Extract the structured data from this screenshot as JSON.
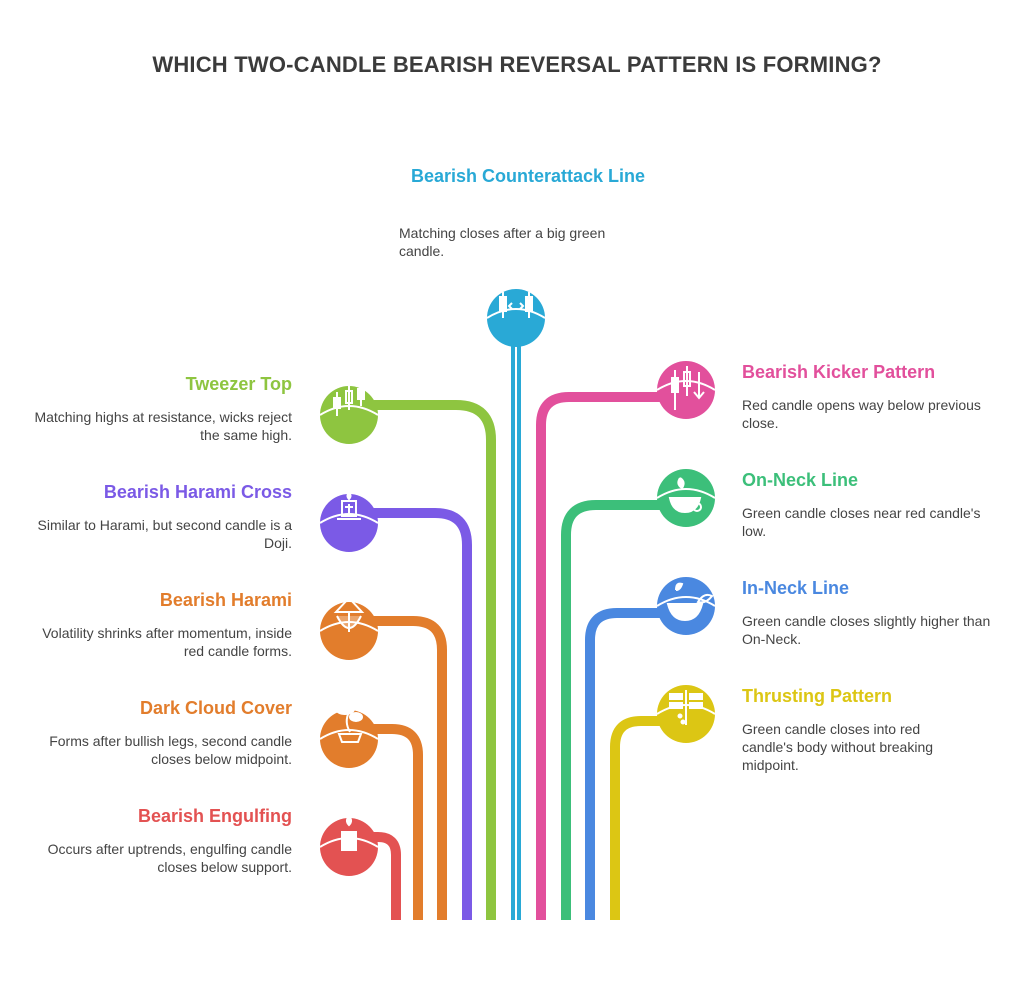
{
  "title": "WHICH TWO-CANDLE BEARISH REVERSAL PATTERN IS FORMING?",
  "items": [
    {
      "id": "counterattack",
      "title": "Bearish Counterattack Line",
      "desc": "Matching closes after a big green candle.",
      "color": "#29a9d6",
      "icon": "candlestick-arrows-icon"
    },
    {
      "id": "tweezer",
      "title": "Tweezer Top",
      "desc": "Matching highs at resistance, wicks reject the same high.",
      "color": "#8ec540",
      "icon": "candlestick-chart-icon"
    },
    {
      "id": "harami-cross",
      "title": "Bearish Harami Cross",
      "desc": "Similar to Harami, but second candle is a Doji.",
      "color": "#7b5ae6",
      "icon": "candle-cross-icon"
    },
    {
      "id": "harami",
      "title": "Bearish Harami",
      "desc": "Volatility shrinks after momentum, inside red candle forms.",
      "color": "#e27d2c",
      "icon": "hanging-lantern-icon"
    },
    {
      "id": "dark-cloud",
      "title": "Dark Cloud Cover",
      "desc": "Forms after bullish legs, second candle closes below midpoint.",
      "color": "#e27d2c",
      "icon": "bonsai-icon"
    },
    {
      "id": "engulfing",
      "title": "Bearish Engulfing",
      "desc": "Occurs after uptrends, engulfing candle closes below support.",
      "color": "#e35252",
      "icon": "candle-flame-icon"
    },
    {
      "id": "kicker",
      "title": "Bearish Kicker Pattern",
      "desc": "Red candle opens way below previous close.",
      "color": "#e2509c",
      "icon": "candlestick-down-icon"
    },
    {
      "id": "on-neck",
      "title": "On-Neck Line",
      "desc": "Green candle closes near red candle's low.",
      "color": "#3cbf7a",
      "icon": "flower-bowl-icon"
    },
    {
      "id": "in-neck",
      "title": "In-Neck Line",
      "desc": "Green candle closes slightly higher than On-Neck.",
      "color": "#4a88e0",
      "icon": "leaf-bowl-icon"
    },
    {
      "id": "thrusting",
      "title": "Thrusting Pattern",
      "desc": "Green candle closes into red candle's body without breaking midpoint.",
      "color": "#dcc614",
      "icon": "dragonfly-icon"
    }
  ]
}
